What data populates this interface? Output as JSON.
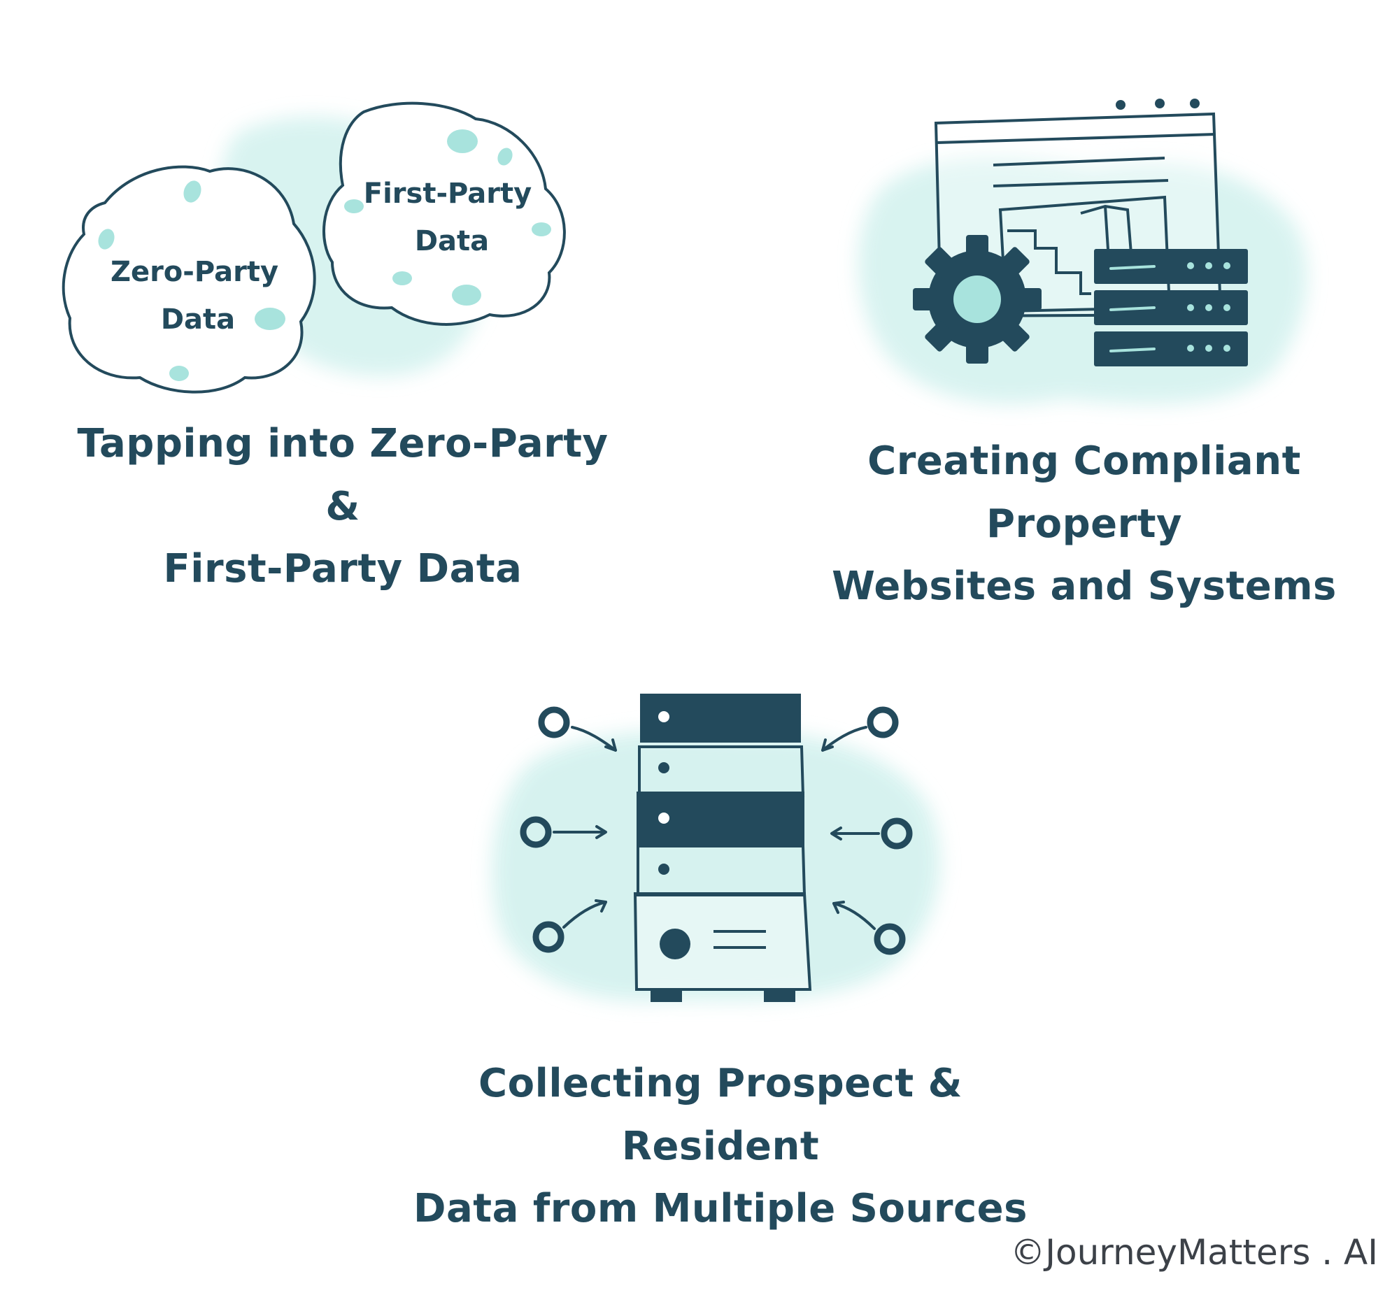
{
  "section_1": {
    "bubble_left_label_lines": [
      "Zero-Party",
      "Data"
    ],
    "bubble_right_label_lines": [
      "First-Party",
      "Data"
    ],
    "caption_lines": [
      "Tapping into Zero-Party &",
      "First-Party Data"
    ]
  },
  "section_2": {
    "caption_lines": [
      "Creating Compliant Property",
      "Websites and Systems"
    ]
  },
  "section_3": {
    "caption_lines": [
      "Collecting Prospect & Resident",
      "Data from Multiple Sources"
    ]
  },
  "footer": {
    "copyright": "©JourneyMatters . AI"
  },
  "colors": {
    "ink": "#234a5c",
    "accent": "#a8e3dd",
    "wash": "#d4f2ef"
  }
}
